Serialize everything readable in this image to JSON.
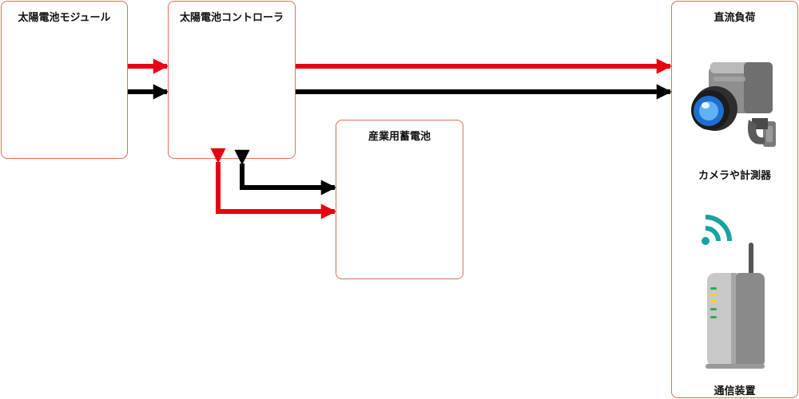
{
  "blocks": {
    "solar_module": "太陽電池モジュール",
    "controller": "太陽電池コントローラ",
    "battery": "産業用蓄電池",
    "dc_load": "直流負荷"
  },
  "load_items": {
    "camera": "カメラや計測器",
    "comm": "通信装置"
  },
  "colors": {
    "border": "#e06f55",
    "positive_wire": "#e60012",
    "negative_wire": "#000000"
  },
  "icons": {
    "camera": "security-camera-icon",
    "wifi": "wifi-signal-icon",
    "router": "router-icon"
  }
}
